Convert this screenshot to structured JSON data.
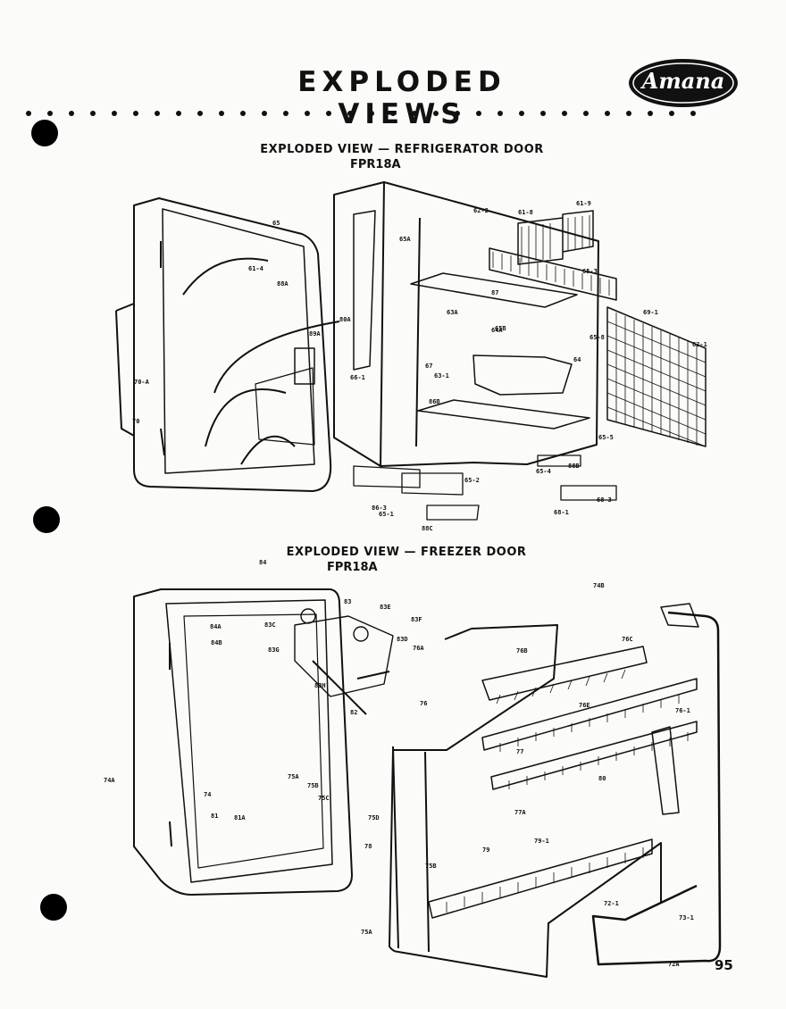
{
  "header": {
    "title": "EXPLODED VIEWS",
    "brand": "Amana",
    "page_number": "95"
  },
  "section1": {
    "heading": "EXPLODED VIEW — REFRIGERATOR DOOR",
    "model": "FPR18A"
  },
  "section2": {
    "heading": "EXPLODED VIEW — FREEZER DOOR",
    "model": "FPR18A"
  },
  "callouts1": [
    "65",
    "61-4",
    "88A",
    "80A",
    "89A",
    "62-2",
    "61-8",
    "61-9",
    "65A",
    "62-1",
    "65-3",
    "69-1",
    "63A",
    "67",
    "87",
    "65B",
    "65-8",
    "64A",
    "64",
    "66-1",
    "63-1",
    "70-A",
    "70",
    "88B",
    "65-5",
    "86B",
    "65-4",
    "65-2",
    "86-3",
    "68-3",
    "88C",
    "68-1",
    "65-1"
  ],
  "callouts2": [
    "84",
    "83",
    "83E",
    "83F",
    "84A",
    "84B",
    "83C",
    "83G",
    "83D",
    "83H",
    "74A",
    "82",
    "74",
    "81",
    "81A",
    "75A",
    "75B",
    "75C",
    "75D",
    "76",
    "76A",
    "74B",
    "76B",
    "76C",
    "76E",
    "76-1",
    "77",
    "77A",
    "78",
    "79-1",
    "80",
    "79",
    "75B",
    "75A",
    "73-1",
    "72-1",
    "72A"
  ]
}
